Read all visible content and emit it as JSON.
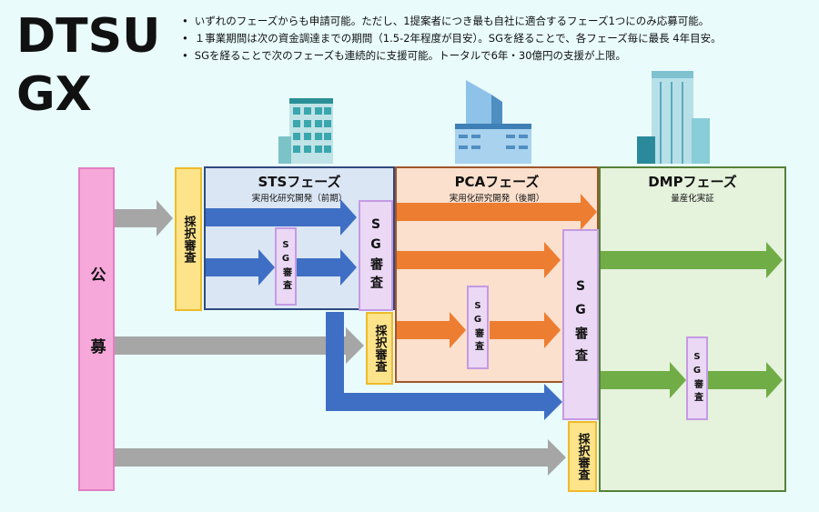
{
  "brand": {
    "line1": "DTSU",
    "line2": "GX"
  },
  "notes": [
    "いずれのフェーズからも申請可能。ただし、1提案者につき最も自社に適合するフェーズ1つにのみ応募可能。",
    "１事業期間は次の資金調達までの期間（1.5-2年程度が目安）。SGを経ることで、各フェーズ毎に最長 4年目安。",
    "SGを経ることで次のフェーズも連続的に支援可能。トータルで6年・30億円の支援が上限。"
  ],
  "phases": {
    "sts": {
      "title": "STSフェーズ",
      "subtitle": "実用化研究開発（前期）"
    },
    "pca": {
      "title": "PCAフェーズ",
      "subtitle": "実用化研究開発（後期）"
    },
    "dmp": {
      "title": "DMPフェーズ",
      "subtitle": "量産化実証"
    }
  },
  "labels": {
    "koubo": "公募",
    "saitaku": "採択審査",
    "sg": "SG審査"
  },
  "colors": {
    "koubo": "#f7a8da",
    "saitaku": "#fde38a",
    "sg": "#ead8f5",
    "sts_bg": "#dbe6f4",
    "pca_bg": "#fbe0cd",
    "dmp_bg": "#e5f2dc",
    "arrow_gray": "#a6a6a6",
    "arrow_blue": "#3f6fc4",
    "arrow_orange": "#ed7d31",
    "arrow_green": "#70ad47"
  }
}
